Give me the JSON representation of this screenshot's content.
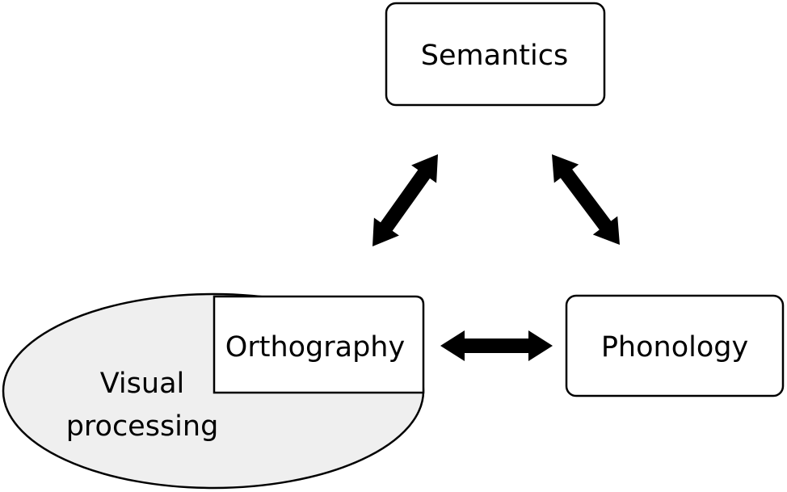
{
  "nodes": {
    "semantics": {
      "label": "Semantics"
    },
    "phonology": {
      "label": "Phonology"
    },
    "orthography": {
      "label": "Orthography"
    },
    "visual_processing": {
      "label_line1": "Visual",
      "label_line2": "processing"
    }
  },
  "colors": {
    "ellipse_fill": "#efefef",
    "box_fill": "#ffffff",
    "stroke": "#000000",
    "arrow": "#000000"
  }
}
